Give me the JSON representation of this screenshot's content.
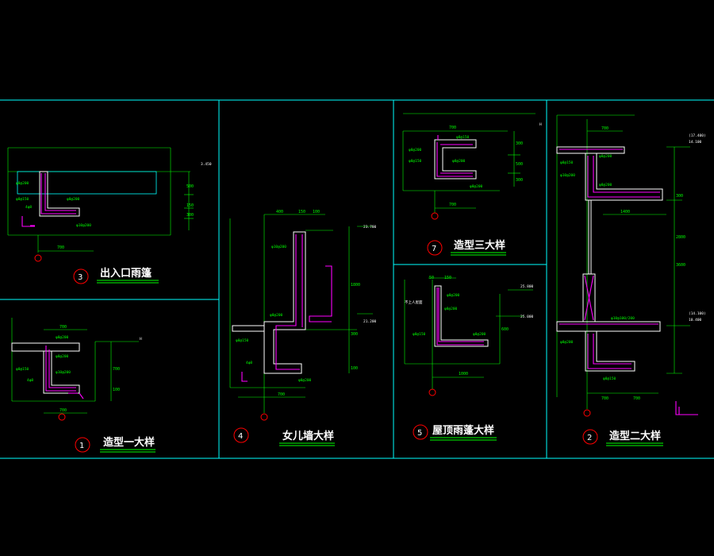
{
  "colors": {
    "background": "#000000",
    "frame": "#00ffff",
    "dimension": "#00ff00",
    "concrete": "#ffffff",
    "rebar": "#ff00ff",
    "detail_marker": "#ff0000",
    "title_text": "#ffffff",
    "title_underline": "#00ff00",
    "annotation": "#00ff00",
    "level_marker": "#ffffff"
  },
  "details": [
    {
      "id": "d3",
      "number": "3",
      "title": "出入口雨篷",
      "dims": [
        "700",
        "500",
        "150",
        "300"
      ],
      "annotations": [
        "φ8@200",
        "φ8@150",
        "φ8@200",
        "φ10@200",
        "4φ8"
      ],
      "level": "3.450"
    },
    {
      "id": "d1",
      "number": "1",
      "title": "造型一大样",
      "dims": [
        "700",
        "700",
        "700",
        "100"
      ],
      "annotations": [
        "φ8@200",
        "φ8@200",
        "φ8@150",
        "4φ8",
        "φ10@200"
      ],
      "level": "H"
    },
    {
      "id": "d4",
      "number": "4",
      "title": "女儿墙大样",
      "dims": [
        "400",
        "150",
        "100",
        "1800",
        "300",
        "100",
        "700"
      ],
      "annotations": [
        "φ10@200",
        "φ8@200",
        "φ8@150",
        "4φ8",
        "φ8@200"
      ],
      "levels": [
        "23.700",
        "21.200"
      ]
    },
    {
      "id": "d7",
      "number": "7",
      "title": "造型三大样",
      "dims": [
        "700",
        "700",
        "300",
        "500",
        "300"
      ],
      "annotations": [
        "φ8@150",
        "φ8@200",
        "φ8@150",
        "φ8@200",
        "φ8@200"
      ],
      "level": "H"
    },
    {
      "id": "d5",
      "number": "5",
      "title": "屋顶雨蓬大样",
      "dims": [
        "50",
        "150",
        "1000",
        "600"
      ],
      "annotations": [
        "不上人屋面",
        "φ8@200",
        "φ8@200",
        "φ8@150",
        "φ8@200"
      ],
      "levels": [
        "25.800",
        "25.000"
      ]
    },
    {
      "id": "d2",
      "number": "2",
      "title": "造型二大样",
      "dims": [
        "700",
        "1400",
        "2800",
        "300",
        "3600",
        "700",
        "700"
      ],
      "annotations": [
        "φ8@200",
        "φ8@150",
        "φ10@200",
        "φ8@200",
        "φ10@100/200",
        "φ8@200",
        "φ8@150"
      ],
      "levels": [
        "(17.400)",
        "14.100",
        "(14.100)",
        "10.400"
      ]
    }
  ]
}
